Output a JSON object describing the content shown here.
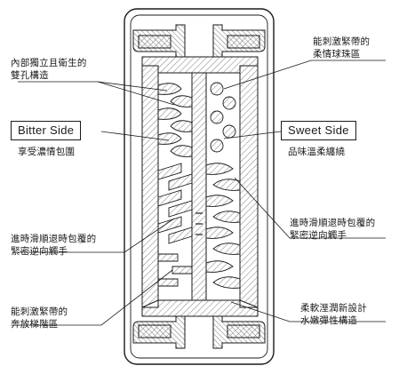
{
  "labels": {
    "top_left_line1": "內部獨立且衛生的",
    "top_left_line2": "雙孔構造",
    "top_right_line1": "能刺激緊帶的",
    "top_right_line2": "柔情球珠區",
    "bitter_side": "Bitter Side",
    "bitter_desc": "享受濃情包圍",
    "sweet_side": "Sweet Side",
    "sweet_desc": "品味溫柔纏繞",
    "mid_right_line1": "進時滑順退時包覆的",
    "mid_right_line2": "緊密逆向觸手",
    "mid_left_line1": "進時滑順退時包覆的",
    "mid_left_line2": "緊密逆向觸手",
    "bottom_left_line1": "能刺激緊帶的",
    "bottom_left_line2": "奔放梯階區",
    "bottom_right_line1": "柔軟溼潤新設計",
    "bottom_right_line2": "水嫩彈性構造"
  },
  "colors": {
    "line": "#1a1a1a",
    "hatch": "#8a8a8a",
    "fill": "#ffffff"
  }
}
